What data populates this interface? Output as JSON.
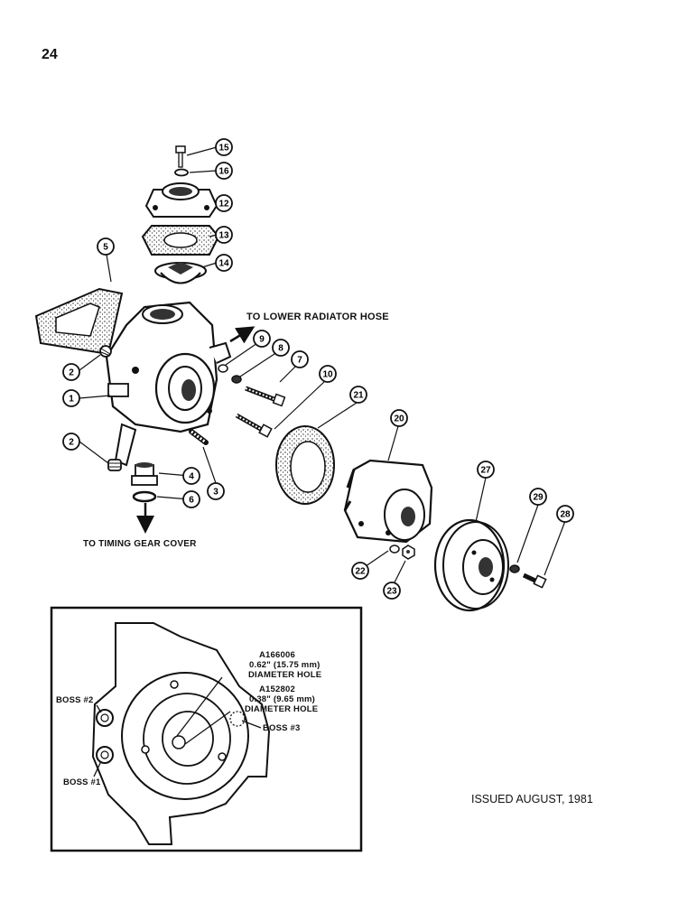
{
  "page_number": "24",
  "notes": {
    "radiator": "TO LOWER RADIATOR HOSE",
    "timing": "TO TIMING GEAR COVER"
  },
  "issued": "ISSUED AUGUST, 1981",
  "callouts": [
    "15",
    "16",
    "12",
    "13",
    "14",
    "5",
    "9",
    "8",
    "7",
    "2",
    "1",
    "10",
    "21",
    "20",
    "2",
    "3",
    "4",
    "6",
    "27",
    "29",
    "28",
    "22",
    "23"
  ],
  "inset": {
    "part1": "A166006",
    "part1_size": "0.62\" (15.75 mm)",
    "part1_desc": "DIAMETER HOLE",
    "part2": "A152802",
    "part2_size": "0.38\" (9.65 mm)",
    "part2_desc": "DIAMETER HOLE",
    "boss2": "BOSS #2",
    "boss1": "BOSS #1",
    "boss3": "BOSS #3"
  }
}
